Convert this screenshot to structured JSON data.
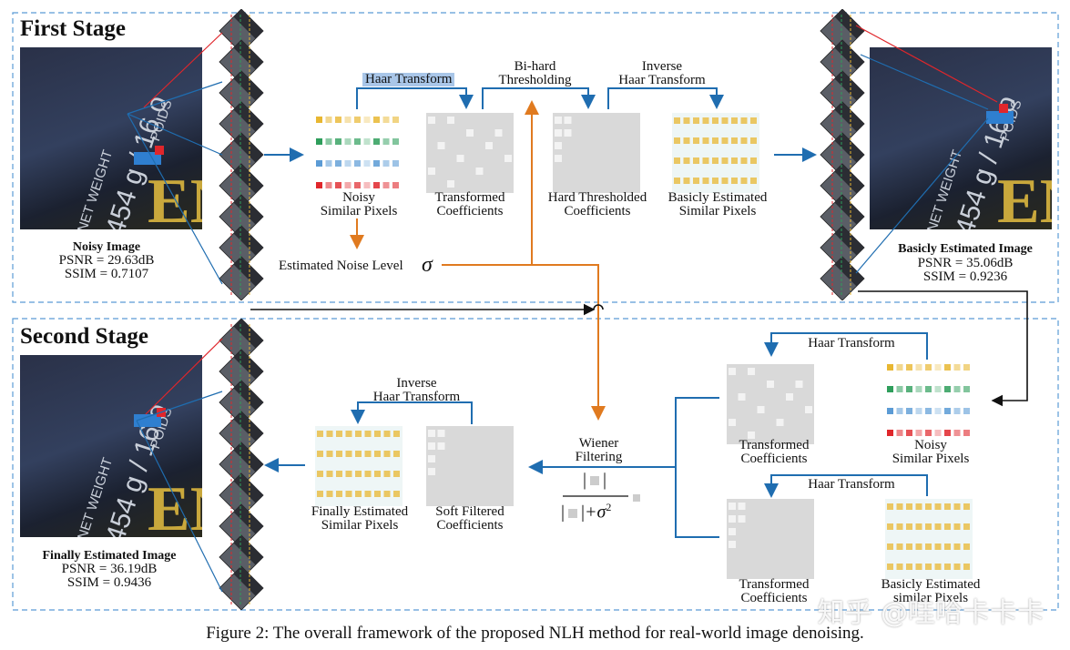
{
  "stages": {
    "first": "First Stage",
    "second": "Second Stage"
  },
  "images": {
    "noisy": {
      "title": "Noisy Image",
      "psnr": "PSNR = 29.63dB",
      "ssim": "SSIM = 0.7107"
    },
    "basic": {
      "title": "Basicly Estimated Image",
      "psnr": "PSNR = 35.06dB",
      "ssim": "SSIM = 0.9236"
    },
    "final": {
      "title": "Finally Estimated Image",
      "psnr": "PSNR = 36.19dB",
      "ssim": "SSIM = 0.9436"
    }
  },
  "photo_text": {
    "line1": "NET WEIGHT",
    "line2": "454 g / 16 o",
    "line3": "POIDS",
    "gold": "EN"
  },
  "first_stage": {
    "haar": "Haar Transform",
    "bihard_1": "Bi-hard",
    "bihard_2": "Thresholding",
    "inverse_1": "Inverse",
    "inverse_2": "Haar Transform",
    "noisy_1": "Noisy",
    "noisy_2": "Similar Pixels",
    "transformed_1": "Transformed",
    "transformed_2": "Coefficients",
    "hard_1": "Hard Thresholded",
    "hard_2": "Coefficients",
    "basic_1": "Basicly Estimated",
    "basic_2": "Similar Pixels",
    "noise_level": "Estimated Noise Level",
    "sigma": "σ"
  },
  "second_stage": {
    "haar_top": "Haar Transform",
    "haar_bottom": "Haar Transform",
    "inverse_1": "Inverse",
    "inverse_2": "Haar Transform",
    "wiener_1": "Wiener",
    "wiener_2": "Filtering",
    "formula_den": "+σ",
    "formula_exp": "2",
    "transformed_top_1": "Transformed",
    "transformed_top_2": "Coefficients",
    "noisy_1": "Noisy",
    "noisy_2": "Similar Pixels",
    "transformed_bot_1": "Transformed",
    "transformed_bot_2": "Coefficients",
    "basic_1": "Basicly Estimated",
    "basic_2": "similar Pixels",
    "final_1": "Finally Estimated",
    "final_2": "Similar Pixels",
    "soft_1": "Soft Filtered",
    "soft_2": "Coefficients"
  },
  "watermark": "知乎 @哇哈卡卡卡",
  "caption": "Figure 2: The overall framework of the proposed NLH method for real-world image denoising.",
  "colors": {
    "blue": "#1f6db0",
    "orange": "#e07a1f",
    "black": "#111111",
    "dash": "#5b9bd5",
    "red": "#e0262b",
    "green": "#2e9e5b",
    "gold": "#e8b731",
    "cyan": "#2aa0d8"
  }
}
